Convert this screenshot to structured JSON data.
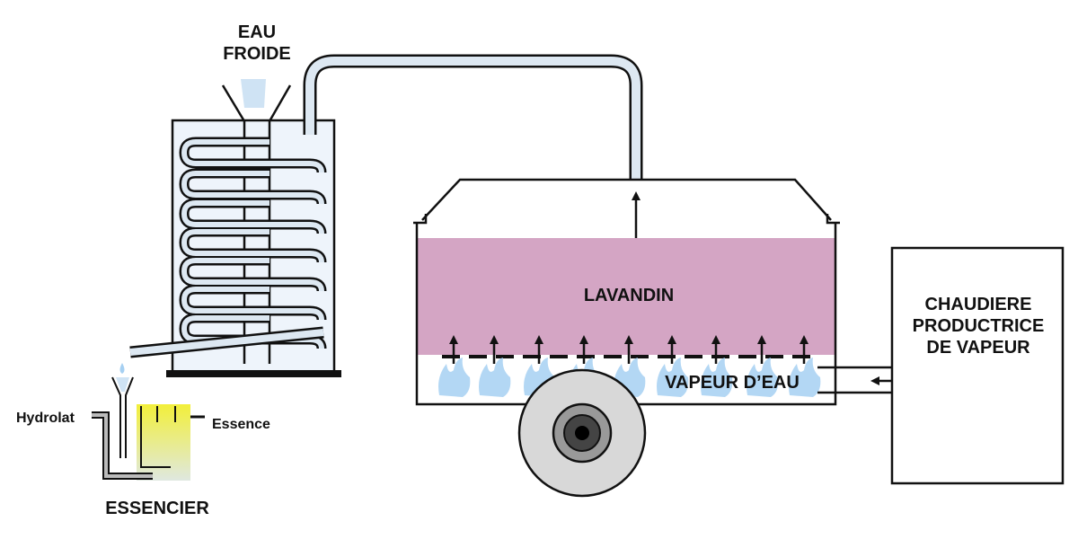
{
  "labels": {
    "eau_froide": "EAU\nFROIDE",
    "lavandin": "LAVANDIN",
    "vapeur_deau": "VAPEUR D’EAU",
    "chaudiere": "CHAUDIERE\nPRODUCTRICE\nDE VAPEUR",
    "hydrolat": "Hydrolat",
    "essence": "Essence",
    "essencier": "ESSENCIER"
  },
  "colors": {
    "tube": "#dde8f2",
    "condenser_water": "#eef4fb",
    "lavandin": "#d4a5c4",
    "flame": "#a6d0f2",
    "essence": "#f2ef6e",
    "hydrolat_pipe": "#bbbbbb",
    "wheel": "#d8d8d8",
    "stroke": "#111111"
  }
}
